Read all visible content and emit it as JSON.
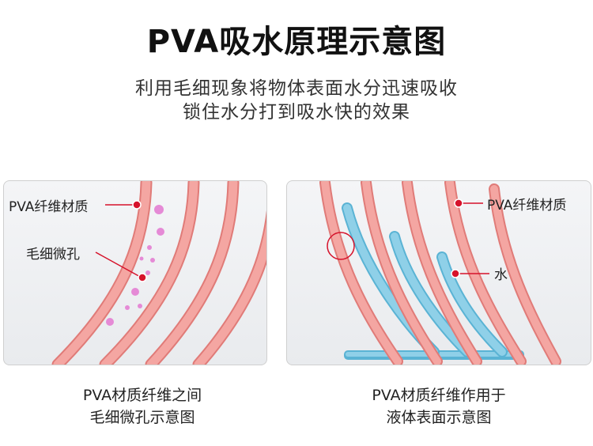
{
  "header": {
    "title": "PVA吸水原理示意图",
    "subtitle_line1": "利用毛细现象将物体表面水分迅速吸收",
    "subtitle_line2": "锁住水分打到吸水快的效果"
  },
  "left_panel": {
    "label_fiber": "PVA纤维材质",
    "label_pore": "毛细微孔",
    "caption_line1": "PVA材质纤维之间",
    "caption_line2": "毛细微孔示意图"
  },
  "right_panel": {
    "label_fiber": "PVA纤维材质",
    "label_water": "水",
    "caption_line1": "PVA材质纤维作用于",
    "caption_line2": "液体表面示意图"
  },
  "colors": {
    "fiber_fill": "#f4a6a2",
    "fiber_edge": "#e07b78",
    "pore": "#e58ad6",
    "water": "#8fd0e8",
    "water_edge": "#5ab3d4",
    "marker": "#d6122b"
  }
}
